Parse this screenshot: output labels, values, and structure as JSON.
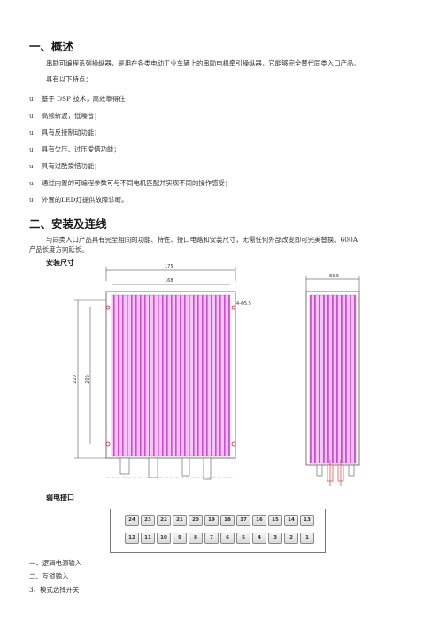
{
  "section1": {
    "title": "一、概述",
    "intro": "串励可编程系列操纵器，是用在各类电动工业车辆上的串励电机牵引操纵器，它能够完全替代同类入口产品。",
    "features_lead": "具有以下特点：",
    "bullet_char": "u",
    "features": [
      "基于 DSP 技术，高效靠得住；",
      "高频斩波，低噪音；",
      "具有反接制动功能；",
      "具有欠压、过压爱惜功能；",
      "具有过酷爱惜功能；",
      "通过内置的可编程参数可与不同电机匹配并实现不同的操作感受；",
      "外置的LED灯提供故障诊断。"
    ]
  },
  "section2": {
    "title": "二、安装及连线",
    "intro_line1": "与同类入口产品具有完全相同的功能、特性、接口电路和安装尺寸，无需任何外部改变即可完美替换。600A",
    "intro_line2": "产品长度方向延长。",
    "mount_title": "安装尺寸",
    "dims": {
      "top_outer": "175",
      "top_inner": "168",
      "hole": "4-Φ5.5",
      "left_outer": "220",
      "left_inner": "206",
      "side_width": "83.5"
    },
    "connector_title": "弱电接口",
    "connector_top_row": [
      "24",
      "23",
      "22",
      "21",
      "20",
      "19",
      "18",
      "17",
      "16",
      "15",
      "14",
      "13"
    ],
    "connector_bottom_row": [
      "12",
      "11",
      "10",
      "9",
      "8",
      "7",
      "6",
      "5",
      "4",
      "3",
      "2",
      "1"
    ],
    "pin_list": [
      "一、逻辑电源输入",
      "二、互锁输入",
      "3、模式选择开关"
    ]
  },
  "colors": {
    "fins": "#d24bd6",
    "fin_light": "#f3c6f5",
    "red_mark": "#cc2222"
  }
}
